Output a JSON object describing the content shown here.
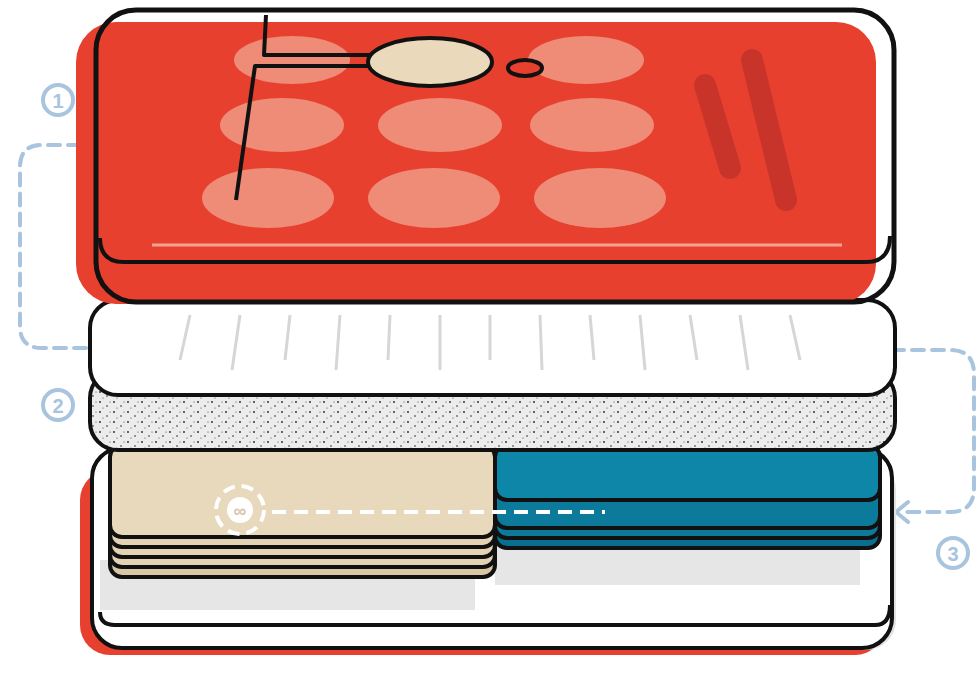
{
  "diagram": {
    "labels": [
      "1",
      "2",
      "∞",
      "3"
    ]
  }
}
